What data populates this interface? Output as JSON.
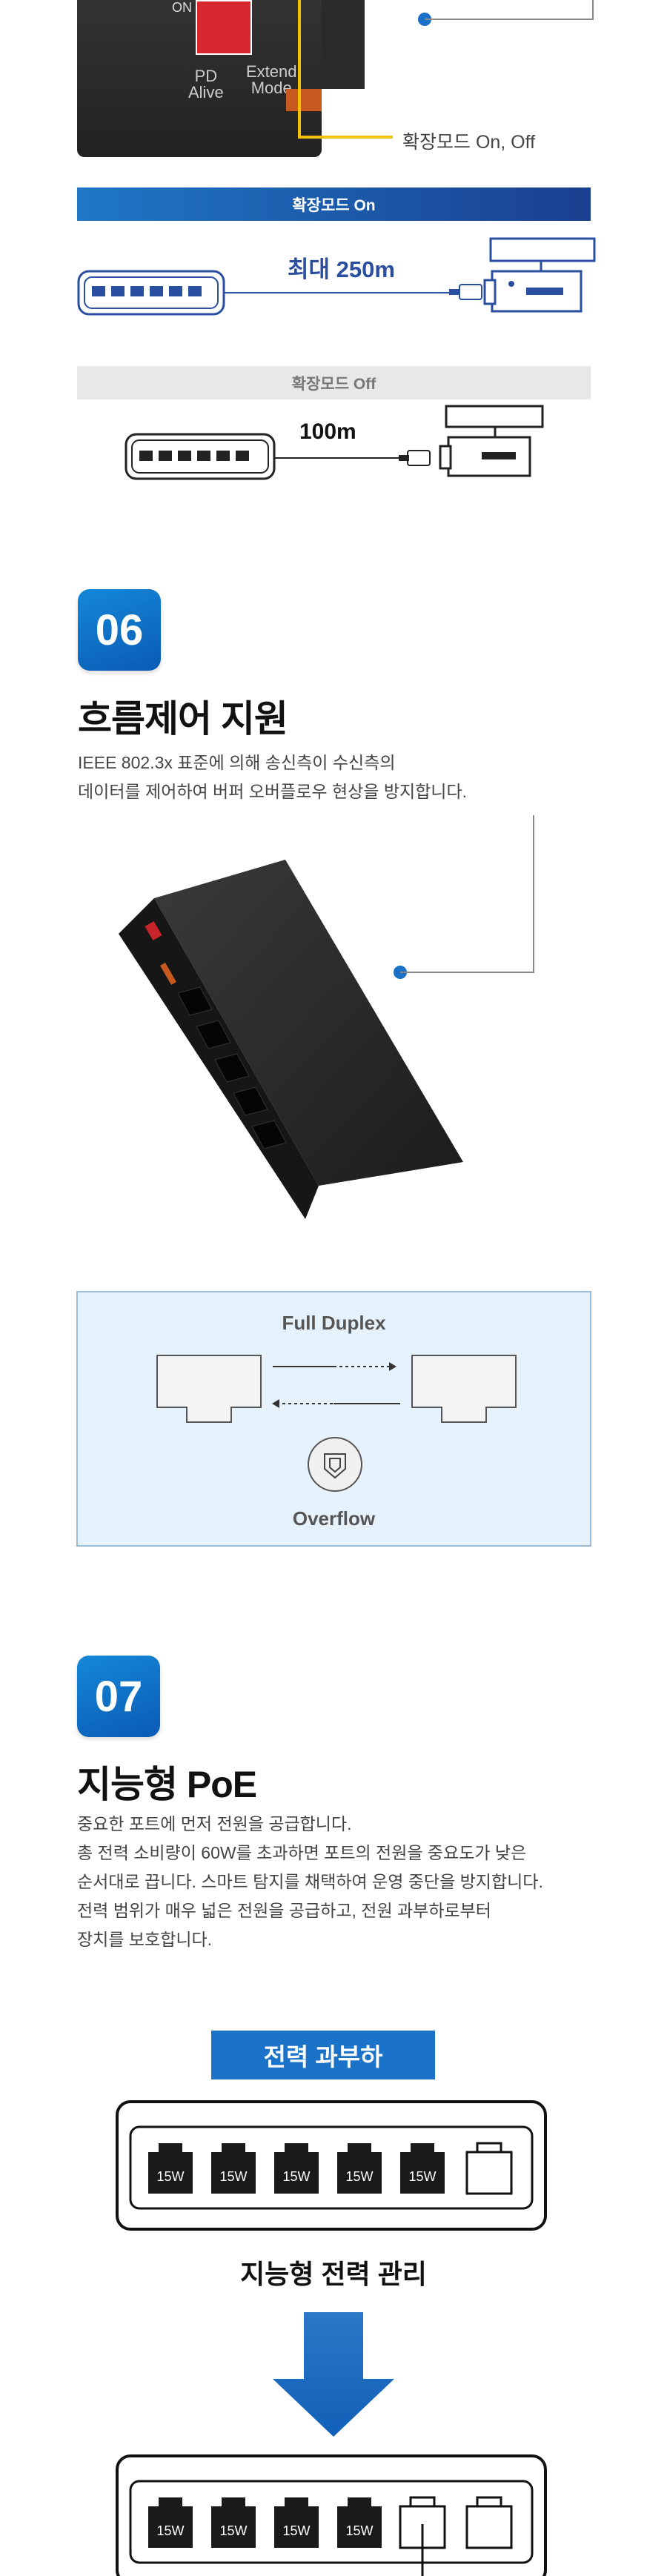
{
  "extend_mode": {
    "device_labels": {
      "on_label": "ON",
      "pd_alive": "PD\nAlive",
      "extend_mode": "Extend\nMode"
    },
    "callout": "확장모드 On, Off",
    "on_banner": "확장모드 On",
    "on_distance": "최대 250m",
    "off_banner": "확장모드 Off",
    "off_distance": "100m"
  },
  "section06": {
    "number": "06",
    "title": "흐름제어 지원",
    "desc_line1": "IEEE 802.3x 표준에 의해 송신측이 수신측의",
    "desc_line2": "데이터를 제어하여 버퍼 오버플로우 현상을 방지합니다.",
    "panel_title": "Full Duplex",
    "panel_footer": "Overflow"
  },
  "section07": {
    "number": "07",
    "title": "지능형 PoE",
    "desc_lines": [
      "중요한 포트에 먼저 전원을 공급합니다.",
      "총 전력 소비량이 60W를 초과하면 포트의 전원을 중요도가 낮은",
      "순서대로 끕니다. 스마트 탐지를 채택하여 운영 중단을 방지합니다.",
      "전력 범위가 매우 넓은 전원을 공급하고, 전원 과부하로부터",
      "장치를 보호합니다."
    ],
    "overload_banner": "전력 과부하",
    "port_label": "15W",
    "middle_caption": "지능형 전력 관리"
  },
  "colors": {
    "accent_blue": "#1a6fc8",
    "callout_yellow": "#f2c200",
    "line_gray": "#8a8a8a"
  }
}
